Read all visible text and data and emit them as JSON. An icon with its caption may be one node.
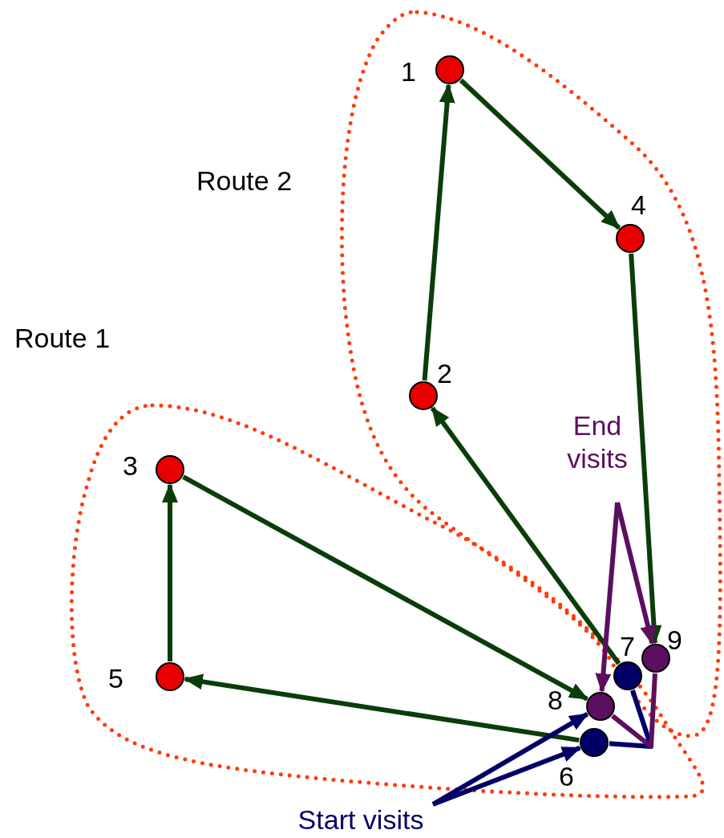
{
  "diagram": {
    "nodes": [
      {
        "text": [],
        "shape": "circle",
        "beside": [
          "1"
        ]
      },
      {
        "text": [],
        "shape": "circle",
        "beside": [
          "4"
        ]
      },
      {
        "text": [],
        "shape": "circle",
        "beside": [
          "2"
        ]
      },
      {
        "text": [],
        "shape": "circle",
        "beside": [
          "3"
        ]
      },
      {
        "text": [],
        "shape": "circle",
        "beside": [
          "5"
        ]
      },
      {
        "text": [],
        "shape": "circle",
        "beside": [
          "7"
        ]
      },
      {
        "text": [],
        "shape": "circle",
        "beside": [
          "9"
        ]
      },
      {
        "text": [],
        "shape": "circle",
        "beside": [
          "8"
        ]
      },
      {
        "text": [],
        "shape": "circle",
        "beside": [
          "6"
        ]
      },
      {
        "text": [
          "End visits"
        ]
      },
      {
        "text": [
          "Start visits"
        ]
      }
    ],
    "edges": [
      {
        "from": 2,
        "to": 0,
        "arrow": "to"
      },
      {
        "from": 0,
        "to": 1,
        "arrow": "to"
      },
      {
        "from": 1,
        "to": 6,
        "arrow": "to"
      },
      {
        "from": 5,
        "to": 2,
        "arrow": "to"
      },
      {
        "from": 3,
        "to": 7,
        "arrow": "to"
      },
      {
        "from": 8,
        "to": 4,
        "arrow": "to"
      },
      {
        "from": 4,
        "to": 3,
        "arrow": "to"
      },
      {
        "from": 8,
        "to": 5,
        "arrow": "none",
        "color": "#000066"
      },
      {
        "from": 7,
        "to": 6,
        "arrow": "none",
        "color": "#5c0f5e"
      },
      {
        "from": 9,
        "to": 7,
        "arrow": "to",
        "color": "#5c0f5e"
      },
      {
        "from": 9,
        "to": 6,
        "arrow": "to",
        "color": "#5c0f5e"
      },
      {
        "from": 10,
        "to": 7,
        "arrow": "to",
        "color": "#000066"
      },
      {
        "from": 10,
        "to": 8,
        "arrow": "to",
        "color": "#000066"
      }
    ],
    "labels": [
      "Route 2",
      "Route 1"
    ]
  }
}
